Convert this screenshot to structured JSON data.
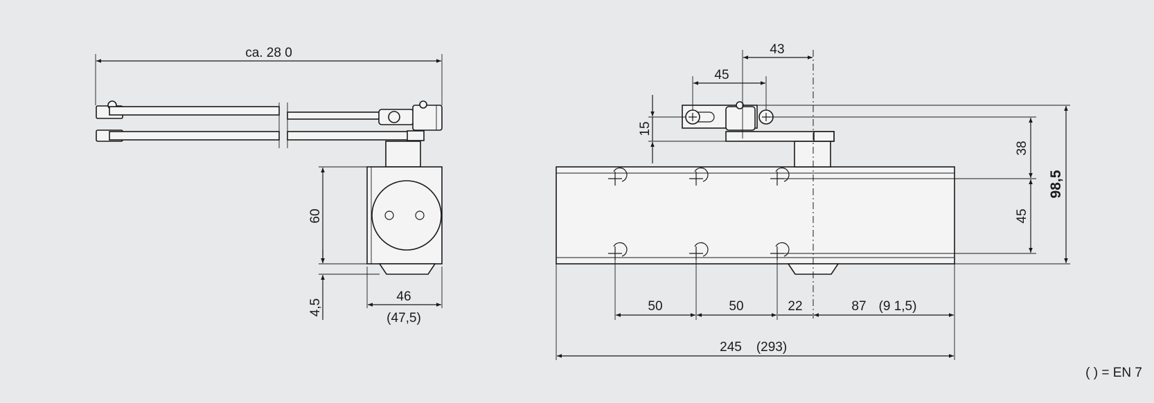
{
  "colors": {
    "background": "#e8e9ea",
    "line": "#1a1a1a",
    "part_fill": "#f4f4f4"
  },
  "side_view": {
    "overall_width": "ca. 28 0",
    "height": "60",
    "gap": "4,5",
    "depth": "46",
    "depth_en": "(47,5)"
  },
  "front_view": {
    "bracket_offset": "43",
    "bracket_slot": "45",
    "bracket_height": "15",
    "upper_row": "38",
    "hole_spacing": "45",
    "total_height": "98,5",
    "hole_pitch_1": "50",
    "hole_pitch_2": "50",
    "arm_offset": "22",
    "right_offset": "87",
    "right_offset_en": "(9 1,5)",
    "total_length": "245",
    "total_length_en": "(293)"
  },
  "legend": "( ) = EN 7"
}
